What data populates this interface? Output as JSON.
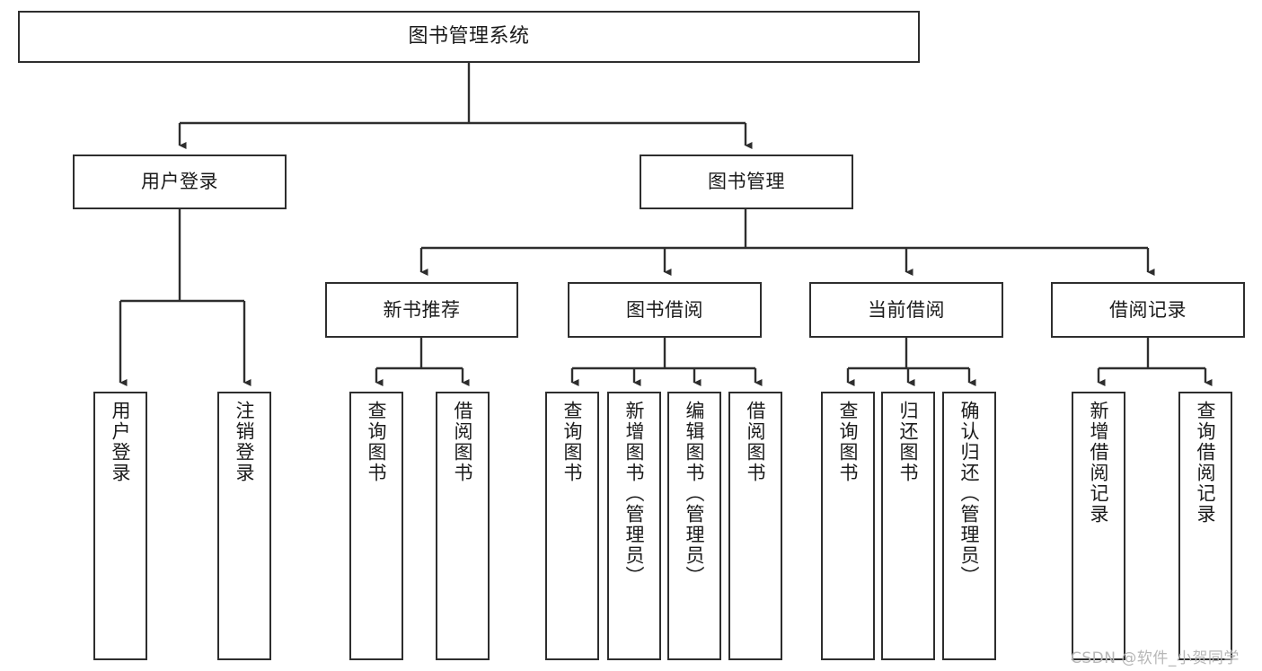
{
  "diagram": {
    "title": "图书管理系统",
    "watermark": "CSDN @软件_小贺同学",
    "levels": {
      "root": {
        "label": "图书管理系统"
      },
      "level1": [
        {
          "label": "用户登录"
        },
        {
          "label": "图书管理"
        }
      ],
      "level2": [
        {
          "label": "新书推荐"
        },
        {
          "label": "图书借阅"
        },
        {
          "label": "当前借阅"
        },
        {
          "label": "借阅记录"
        }
      ],
      "leaves": [
        {
          "label": "用户登录",
          "parent": "用户登录"
        },
        {
          "label": "注销登录",
          "parent": "用户登录"
        },
        {
          "label": "查询图书",
          "parent": "新书推荐"
        },
        {
          "label": "借阅图书",
          "parent": "新书推荐"
        },
        {
          "label": "查询图书",
          "parent": "图书借阅"
        },
        {
          "label": "新增图书（管理员）",
          "parent": "图书借阅"
        },
        {
          "label": "编辑图书（管理员）",
          "parent": "图书借阅"
        },
        {
          "label": "借阅图书",
          "parent": "图书借阅"
        },
        {
          "label": "查询图书",
          "parent": "当前借阅"
        },
        {
          "label": "归还图书",
          "parent": "当前借阅"
        },
        {
          "label": "确认归还（管理员）",
          "parent": "当前借阅"
        },
        {
          "label": "新增借阅记录",
          "parent": "借阅记录"
        },
        {
          "label": "查询借阅记录",
          "parent": "借阅记录"
        }
      ]
    },
    "colors": {
      "border": "#2e2e2e",
      "background": "#ffffff",
      "text": "#1b1b1b",
      "watermark": "#b7b7b7"
    }
  }
}
